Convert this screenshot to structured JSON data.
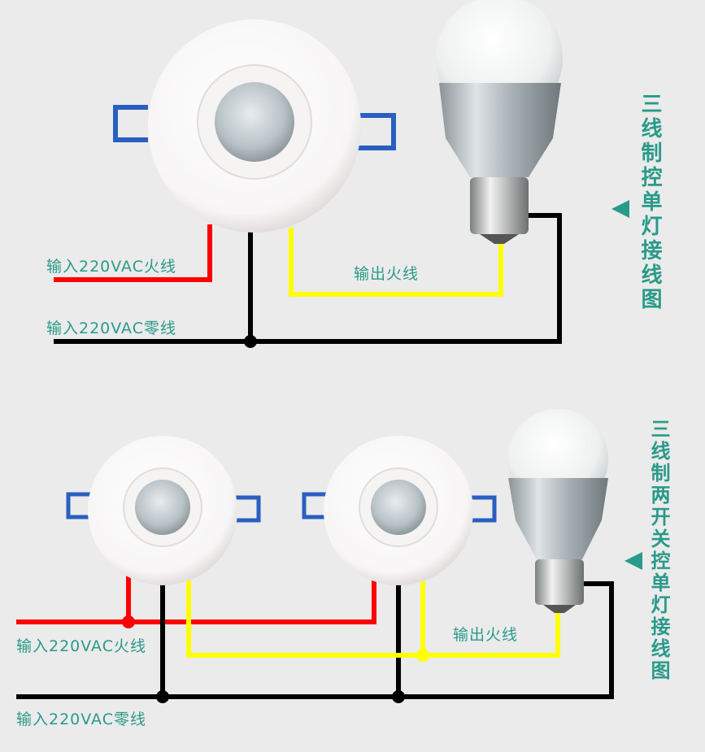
{
  "diagram1": {
    "title": "三线制控单灯接线图",
    "live_in": "输入220VAC火线",
    "neutral_in": "输入220VAC零线",
    "live_out": "输出火线"
  },
  "diagram2": {
    "title": "三线制两开关控单灯接线图",
    "live_in": "输入220VAC火线",
    "neutral_in": "输入220VAC零线",
    "live_out": "输出火线"
  },
  "colors": {
    "background": "#ebebeb",
    "text": "#2a9a8a",
    "live": "#ff0000",
    "load": "#ffff00",
    "neutral": "#000000",
    "clip": "#2a5fc0"
  }
}
